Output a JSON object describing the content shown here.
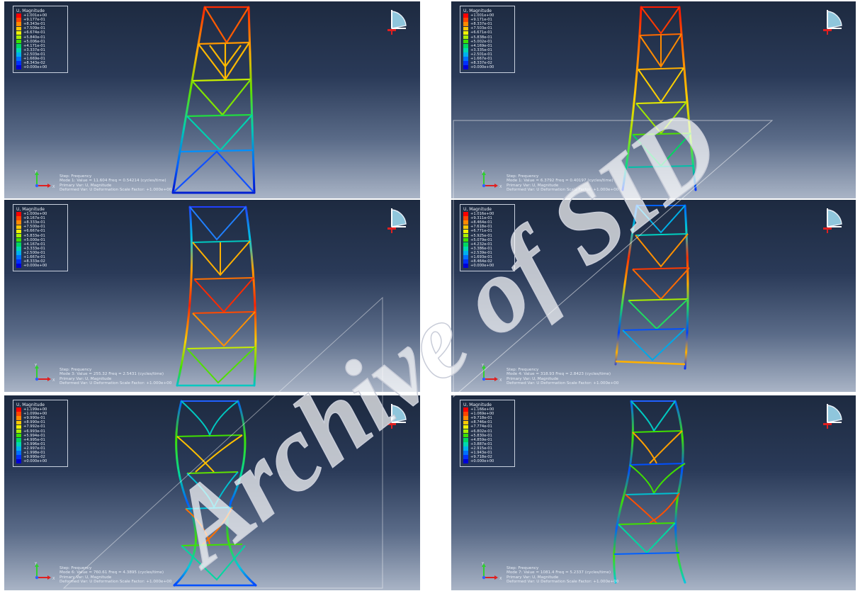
{
  "panels": [
    {
      "legend": {
        "title": "U, Magnitude",
        "values": [
          "+1.001e+00",
          "+9.177e-01",
          "+8.343e-01",
          "+7.509e-01",
          "+6.674e-01",
          "+5.840e-01",
          "+5.006e-01",
          "+4.171e-01",
          "+3.337e-01",
          "+2.503e-01",
          "+1.669e-01",
          "+8.343e-02",
          "+0.000e+00"
        ]
      },
      "status": {
        "step": "Step: Frequency",
        "mode": "Mode        1: Value =  11.604    Freq =  0.54214    (cycles/time)",
        "primary": "Primary Var: U, Magnitude",
        "deformed": "Deformed Var: U   Deformation Scale Factor: +1.000e+00"
      },
      "axes": {
        "y": "Y",
        "x": "X"
      }
    },
    {
      "legend": {
        "title": "U, Magnitude",
        "values": [
          "+1.001e+00",
          "+9.171e-01",
          "+8.337e-01",
          "+7.503e-01",
          "+6.671e-01",
          "+5.838e-01",
          "+5.002e-01",
          "+4.169e-01",
          "+3.335e-01",
          "+2.501e-01",
          "+1.667e-01",
          "+8.337e-02",
          "+0.000e+00"
        ]
      },
      "status": {
        "step": "Step: Frequency",
        "mode": "Mode        1: Value =  6.3792    Freq =  0.40197    (cycles/time)",
        "primary": "Primary Var: U, Magnitude",
        "deformed": "Deformed Var: U   Deformation Scale Factor: +1.000e+00"
      },
      "axes": {
        "y": "Y",
        "x": "X"
      }
    },
    {
      "legend": {
        "title": "U, Magnitude",
        "values": [
          "+1.000e+00",
          "+9.167e-01",
          "+8.333e-01",
          "+7.500e-01",
          "+6.667e-01",
          "+5.833e-01",
          "+5.000e-01",
          "+4.167e-01",
          "+3.333e-01",
          "+2.500e-01",
          "+1.667e-01",
          "+8.333e-02",
          "+0.000e+00"
        ]
      },
      "status": {
        "step": "Step: Frequency",
        "mode": "Mode        3: Value =  255.32    Freq =  2.5431    (cycles/time)",
        "primary": "Primary Var: U, Magnitude",
        "deformed": "Deformed Var: U   Deformation Scale Factor: +1.000e+00"
      },
      "axes": {
        "y": "Y",
        "x": "X"
      }
    },
    {
      "legend": {
        "title": "U, Magnitude",
        "values": [
          "+1.016e+00",
          "+9.311e-01",
          "+8.464e-01",
          "+7.618e-01",
          "+6.771e-01",
          "+5.925e-01",
          "+5.079e-01",
          "+4.232e-01",
          "+3.386e-01",
          "+2.539e-01",
          "+1.693e-01",
          "+8.464e-02",
          "+0.000e+00"
        ]
      },
      "status": {
        "step": "Step: Frequency",
        "mode": "Mode        4: Value =  318.93    Freq =  2.8423    (cycles/time)",
        "primary": "Primary Var: U, Magnitude",
        "deformed": "Deformed Var: U   Deformation Scale Factor: +1.000e+00"
      },
      "axes": {
        "y": "Y",
        "x": "X"
      }
    },
    {
      "legend": {
        "title": "U, Magnitude",
        "values": [
          "+1.199e+00",
          "+1.099e+00",
          "+9.990e-01",
          "+8.990e-01",
          "+7.992e-01",
          "+6.993e-01",
          "+5.994e-01",
          "+4.995e-01",
          "+3.996e-01",
          "+2.997e-01",
          "+1.998e-01",
          "+9.990e-02",
          "+0.000e+00"
        ]
      },
      "status": {
        "step": "Step: Frequency",
        "mode": "Mode        6: Value =  760.61    Freq =  4.3895    (cycles/time)",
        "primary": "Primary Var: U, Magnitude",
        "deformed": "Deformed Var: U   Deformation Scale Factor: +1.000e+00"
      },
      "axes": {
        "y": "Y",
        "x": "X"
      }
    },
    {
      "legend": {
        "title": "U, Magnitude",
        "values": [
          "+1.166e+00",
          "+1.069e+00",
          "+9.718e-01",
          "+8.746e-01",
          "+7.774e-01",
          "+6.802e-01",
          "+5.830e-01",
          "+4.859e-01",
          "+3.887e-01",
          "+2.915e-01",
          "+1.943e-01",
          "+9.718e-02",
          "+0.000e+00"
        ]
      },
      "status": {
        "step": "Step: Frequency",
        "mode": "Mode        7: Value =  1081.4    Freq =  5.2337    (cycles/time)",
        "primary": "Primary Var: U, Magnitude",
        "deformed": "Deformed Var: U   Deformation Scale Factor: +1.000e+00"
      },
      "axes": {
        "y": "Y",
        "x": "X"
      }
    }
  ],
  "legend_colors": [
    "#ff0000",
    "#ff4500",
    "#ff8a00",
    "#ffc800",
    "#f2f200",
    "#a8ee00",
    "#3ce000",
    "#00d860",
    "#00d8b0",
    "#00b0ee",
    "#0070ff",
    "#0030ff",
    "#0000d8"
  ],
  "watermark": "Archive of SID"
}
